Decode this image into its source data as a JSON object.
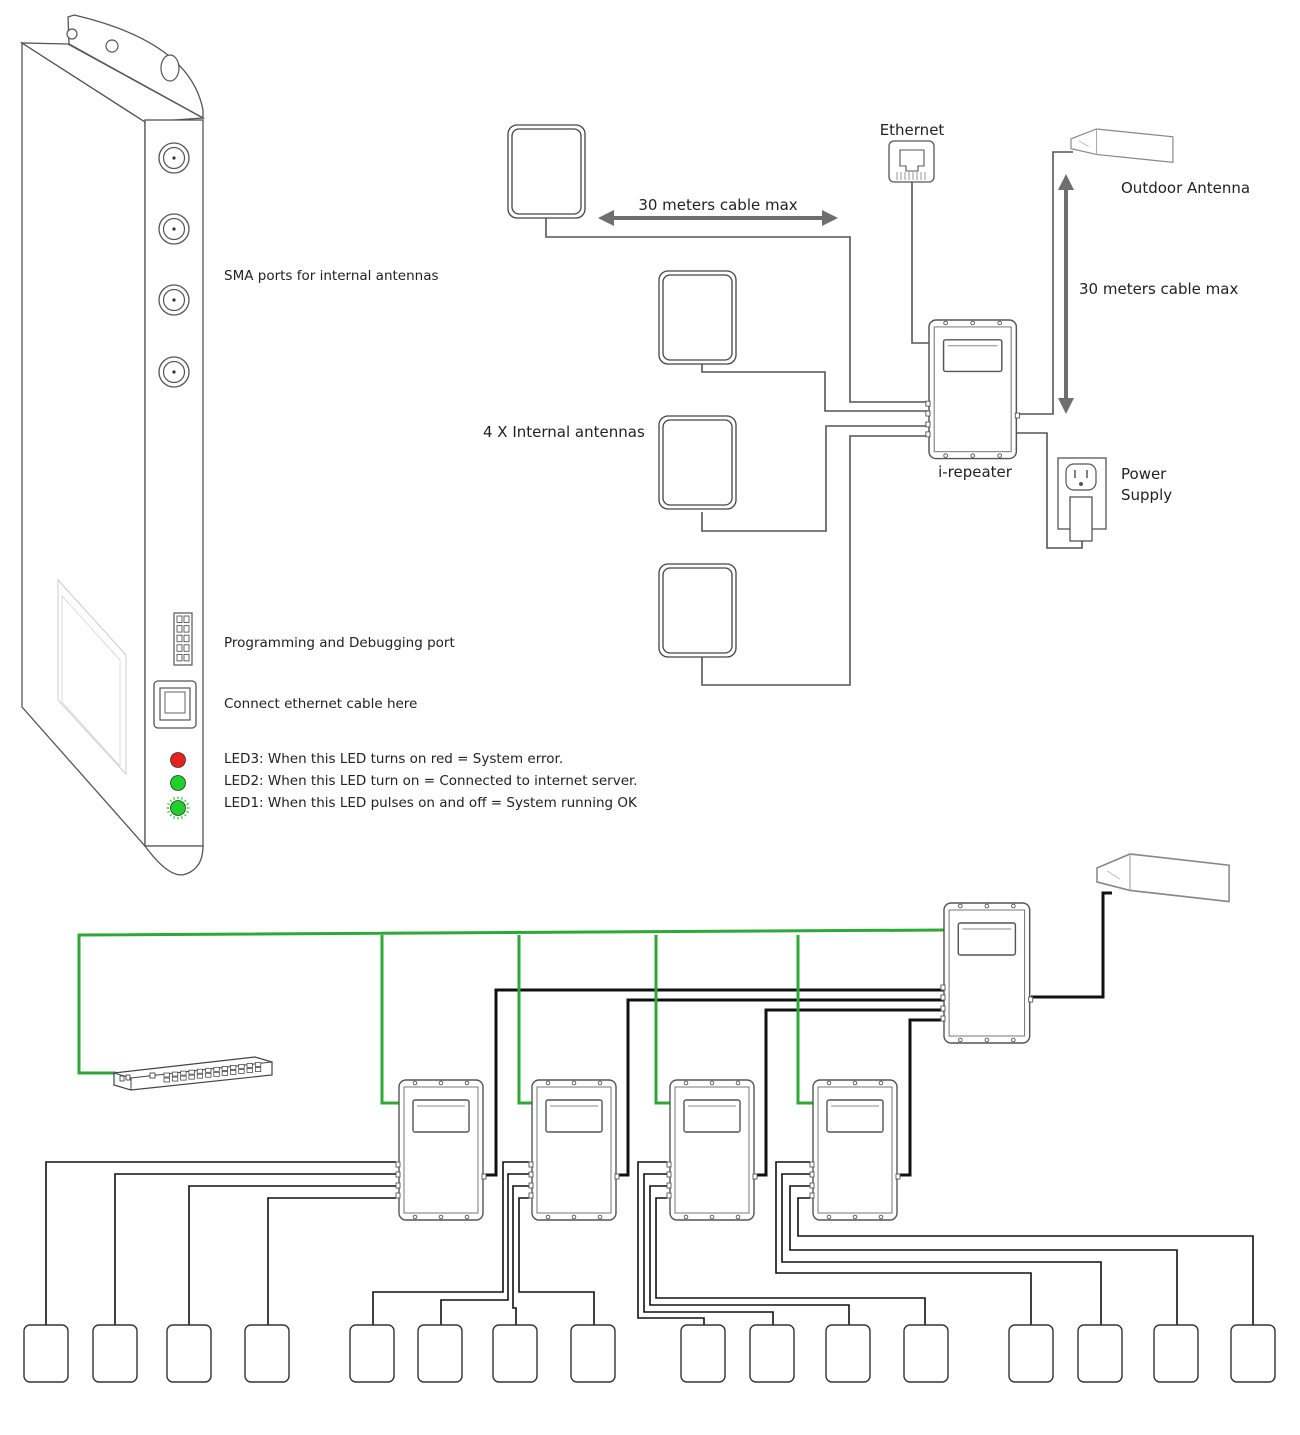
{
  "device_panel": {
    "sma_label": "SMA ports for internal antennas",
    "debug_label": "Programming and Debugging port",
    "ethernet_label": "Connect ethernet cable here",
    "leds": [
      {
        "text": "LED3: When  this LED turns on red = System error.",
        "color": "#e4231f"
      },
      {
        "text": "LED2: When this LED turn on = Connected to internet server.",
        "color": "#1fcf2a"
      },
      {
        "text": "LED1: When this LED pulses on and off = System running OK",
        "color": "#1fcf2a"
      }
    ]
  },
  "single_setup": {
    "ethernet_label": "Ethernet",
    "outdoor_antenna_label": "Outdoor Antenna",
    "cable_max_horizontal": "30 meters cable max",
    "cable_max_vertical": "30 meters cable max",
    "internal_antennas_label": "4 X  Internal antennas",
    "repeater_label": "i-repeater",
    "power_supply_label_line1": "Power",
    "power_supply_label_line2": "Supply"
  },
  "colors": {
    "ethernet_cable": "#2ea836",
    "coax_cable": "#111111",
    "thin_cable": "#555555",
    "arrow": "#6e6e6e",
    "outline": "#555555"
  },
  "icons": [
    "rj45-jack-icon",
    "yagi-antenna-icon",
    "wall-outlet-icon",
    "network-switch-icon",
    "sma-port-icon",
    "debug-header-icon"
  ]
}
